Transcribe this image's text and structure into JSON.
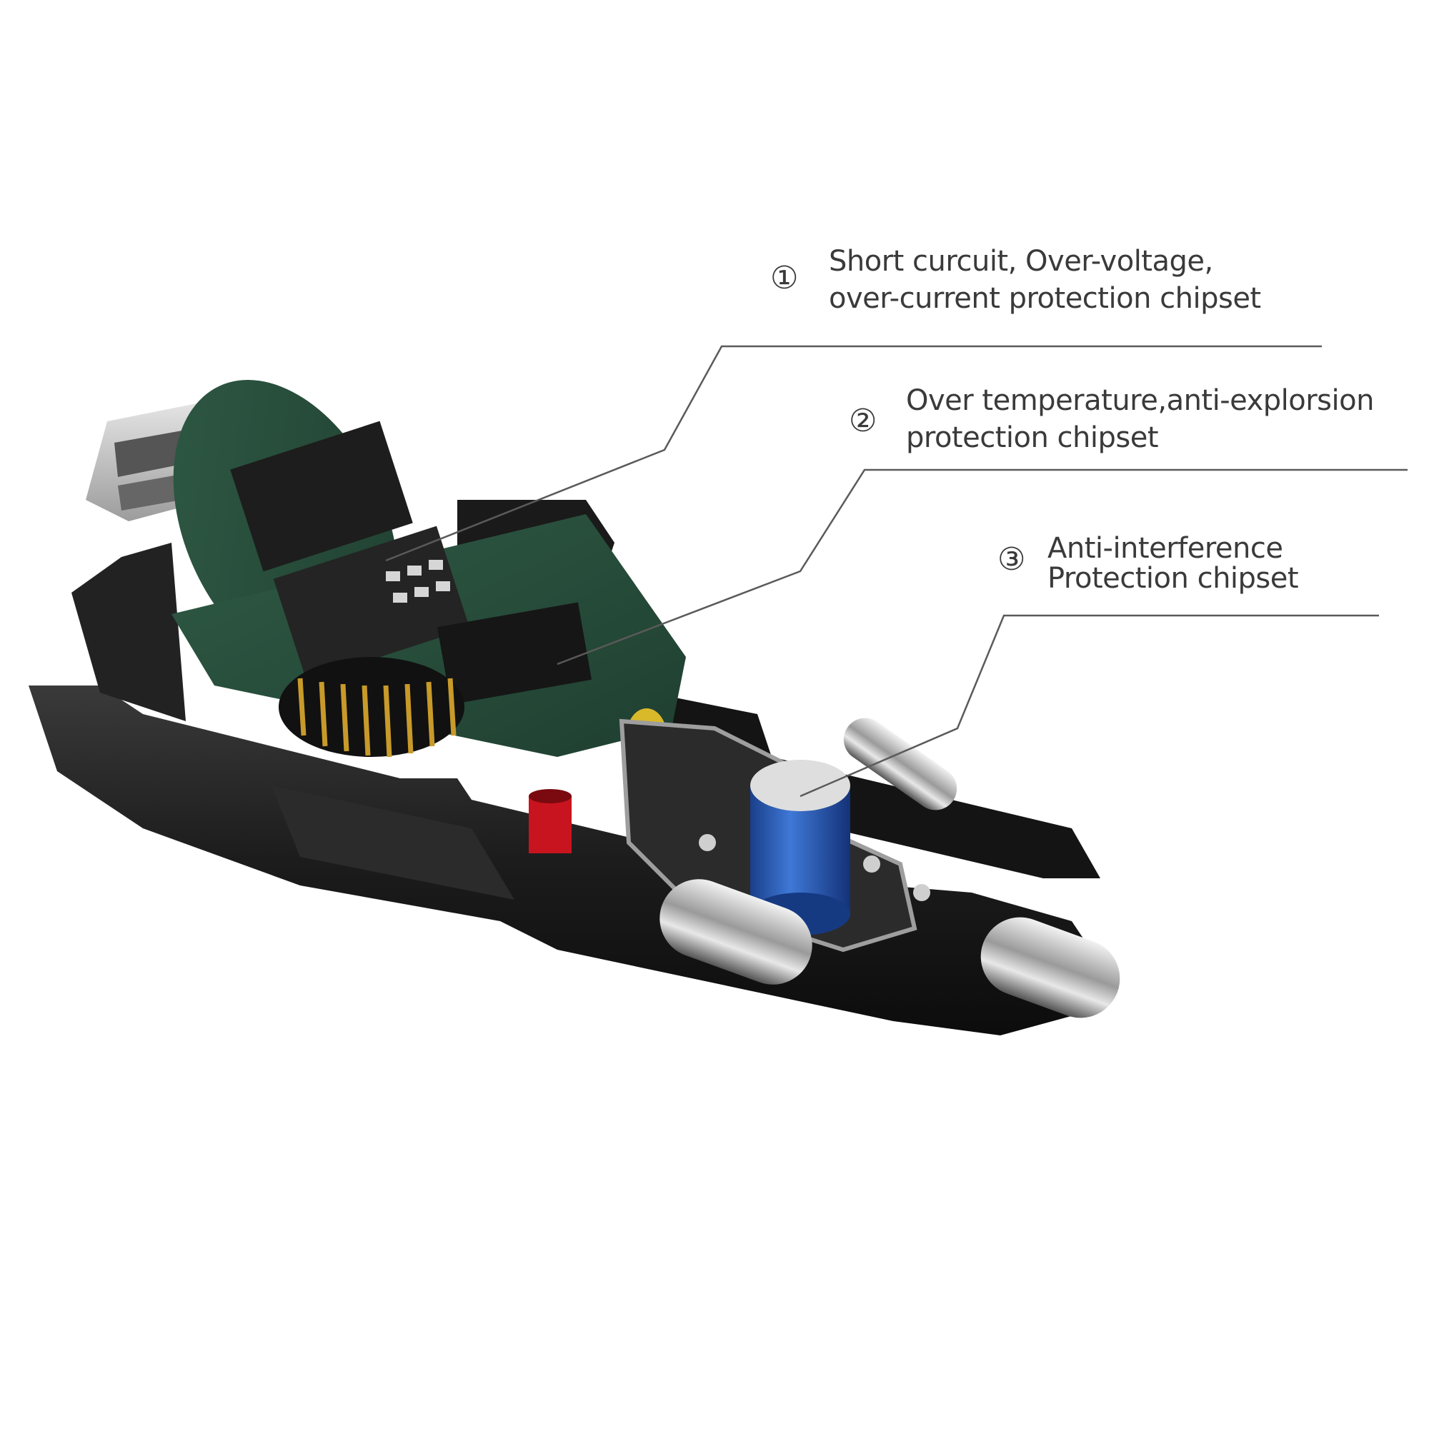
{
  "callouts": [
    {
      "number": "①",
      "lines": [
        "Short curcuit, Over-voltage,",
        "over-current protection chipset"
      ]
    },
    {
      "number": "②",
      "lines": [
        "Over temperature,anti-explorsion",
        "protection chipset"
      ]
    },
    {
      "number": "③",
      "lines": [
        "Anti-interference",
        "Protection chipset"
      ]
    }
  ]
}
